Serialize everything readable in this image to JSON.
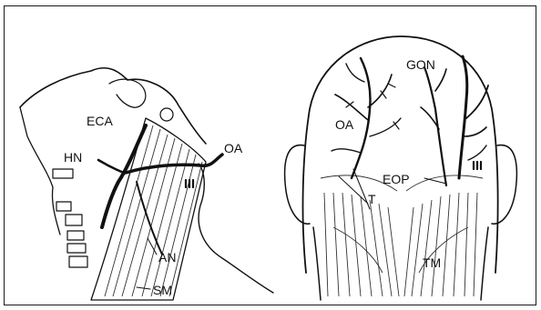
{
  "figure": {
    "lateral_view": {
      "labels": {
        "eca": "ECA",
        "hn": "HN",
        "oa": "OA",
        "an": "AN",
        "sm": "SM"
      }
    },
    "posterior_view": {
      "labels": {
        "oa": "OA",
        "gon": "GON",
        "eop": "EOP",
        "t": "T",
        "tm": "TM"
      }
    },
    "colors": {
      "ink": "#111111",
      "background": "#ffffff"
    }
  }
}
